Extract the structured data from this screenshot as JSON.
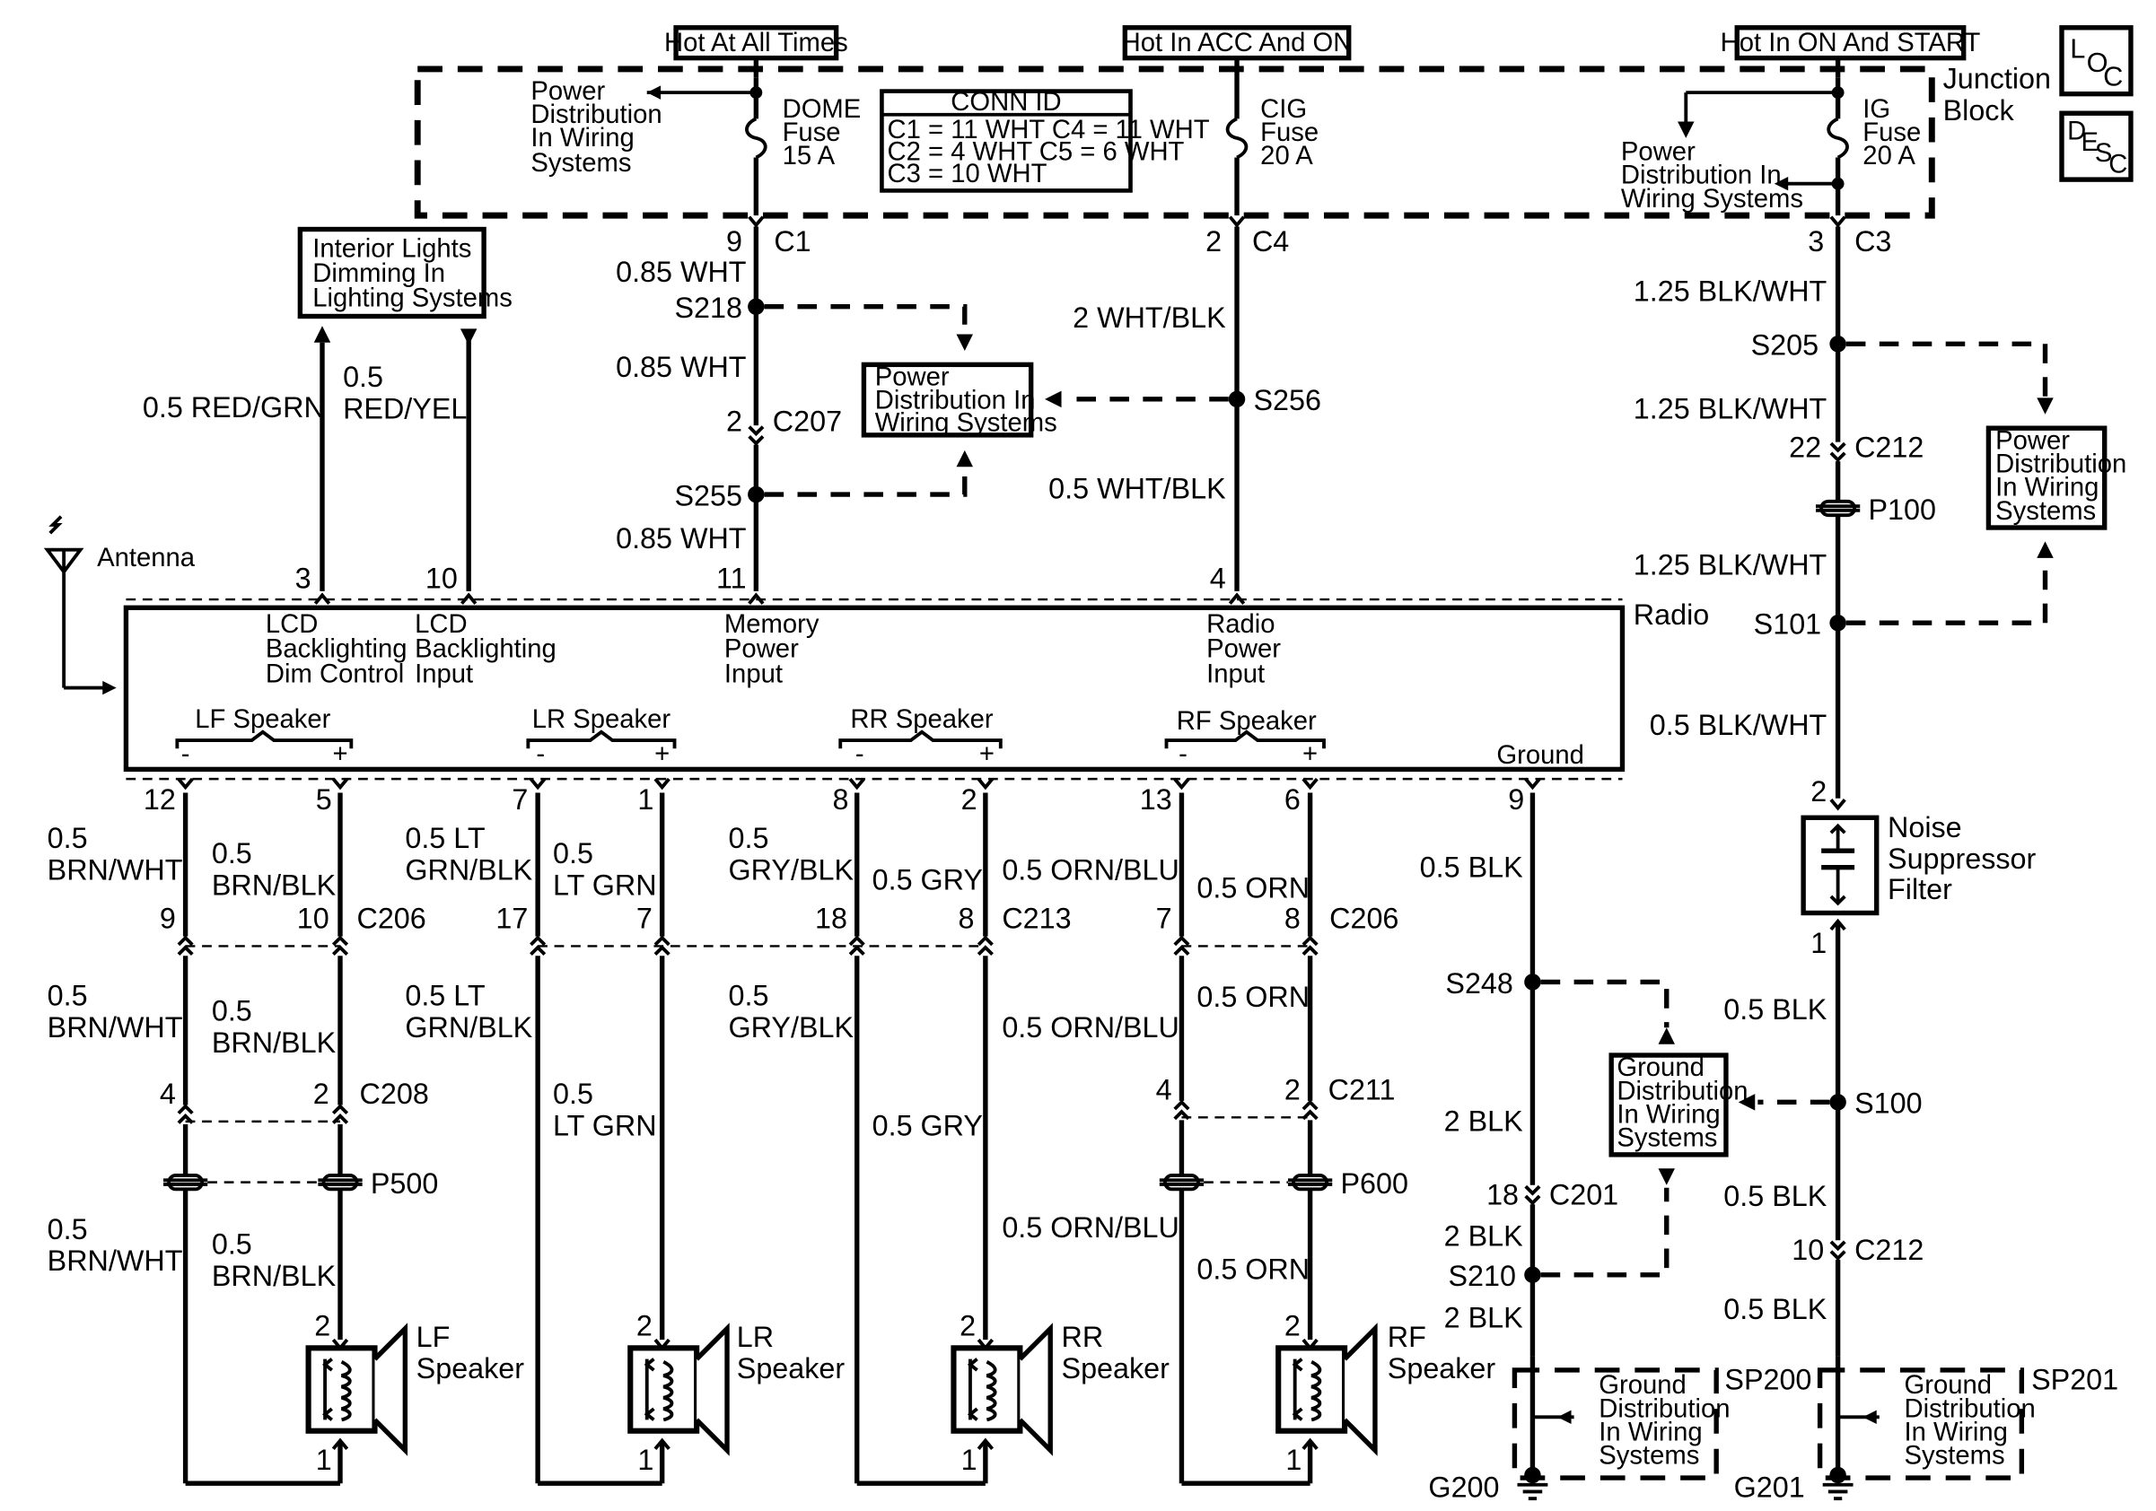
{
  "feeds": {
    "hot_at_all_times": "Hot At All Times",
    "hot_acc_on": "Hot In ACC And ON",
    "hot_on_start": "Hot In ON And START"
  },
  "legend": {
    "loc_l": "L",
    "loc_o": "O",
    "loc_c": "C",
    "desc_d": "D",
    "desc_e": "E",
    "desc_s": "S",
    "desc_c": "C"
  },
  "junction_block": {
    "label_1": "Junction",
    "label_2": "Block",
    "pd_left": [
      "Power",
      "Distribution",
      "In Wiring",
      "Systems"
    ],
    "pd_right": [
      "Power",
      "Distribution In",
      "Wiring Systems"
    ],
    "conn_id": {
      "title": "CONN ID",
      "rows": [
        "C1 = 11 WHT   C4 = 11 WHT",
        "C2 = 4 WHT   C5 = 6 WHT",
        "C3 = 10 WHT"
      ]
    },
    "fuses": [
      {
        "name": "DOME",
        "type": "Fuse",
        "rating": "15 A"
      },
      {
        "name": "CIG",
        "type": "Fuse",
        "rating": "20 A"
      },
      {
        "name": "IG",
        "type": "Fuse",
        "rating": "20 A"
      }
    ],
    "outputs": [
      {
        "pin": "9",
        "conn": "C1"
      },
      {
        "pin": "2",
        "conn": "C4"
      },
      {
        "pin": "3",
        "conn": "C3"
      }
    ]
  },
  "boxes": {
    "interior_lights": [
      "Interior Lights",
      "Dimming In",
      "Lighting Systems"
    ],
    "pd_mid": [
      "Power",
      "Distribution In",
      "Wiring Systems"
    ],
    "pd_right": [
      "Power",
      "Distribution",
      "In Wiring",
      "Systems"
    ],
    "gd_mid": [
      "Ground",
      "Distribution",
      "In Wiring",
      "Systems"
    ],
    "gd_sp200": [
      "Ground",
      "Distribution",
      "In Wiring",
      "Systems"
    ],
    "gd_sp201": [
      "Ground",
      "Distribution",
      "In Wiring",
      "Systems"
    ]
  },
  "antenna": "Antenna",
  "radio": {
    "label": "Radio",
    "inputs": [
      {
        "pin": "3",
        "lines": [
          "LCD",
          "Backlighting",
          "Dim Control"
        ]
      },
      {
        "pin": "10",
        "lines": [
          "LCD",
          "Backlighting",
          "Input"
        ]
      },
      {
        "pin": "11",
        "lines": [
          "Memory",
          "Power",
          "Input"
        ]
      },
      {
        "pin": "4",
        "lines": [
          "Radio",
          "Power",
          "Input"
        ]
      }
    ],
    "speaker_groups": [
      "LF Speaker",
      "LR Speaker",
      "RR Speaker",
      "RF Speaker"
    ],
    "minus": "-",
    "plus": "+",
    "ground": "Ground",
    "bottom_pins": [
      "12",
      "5",
      "7",
      "1",
      "8",
      "2",
      "13",
      "6",
      "9"
    ]
  },
  "upper_wires": {
    "red_grn": "0.5 RED/GRN",
    "red_yel": [
      "0.5",
      "RED/YEL"
    ],
    "wht_1": "0.85 WHT",
    "wht_2": "0.85 WHT",
    "wht_3": "0.85 WHT",
    "s218": "S218",
    "s255": "S255",
    "c207_pin": "2",
    "c207": "C207",
    "wht_blk_2": "2 WHT/BLK",
    "s256": "S256",
    "wht_blk_05": "0.5 WHT/BLK",
    "blk_wht_1": "1.25 BLK/WHT",
    "s205": "S205",
    "blk_wht_2": "1.25 BLK/WHT",
    "c212_pin": "22",
    "c212": "C212",
    "p100": "P100",
    "blk_wht_3": "1.25 BLK/WHT",
    "s101": "S101",
    "blk_wht_05": "0.5 BLK/WHT"
  },
  "noise_filter": {
    "pin_top": "2",
    "pin_bottom": "1",
    "lines": [
      "Noise",
      "Suppressor",
      "Filter"
    ]
  },
  "right_ground": {
    "blk_1": "0.5 BLK",
    "s100": "S100",
    "blk_2": "0.5 BLK",
    "c212_pin": "10",
    "c212": "C212",
    "blk_3": "0.5 BLK",
    "sp201": "SP201",
    "g201": "G201"
  },
  "radio_ground": {
    "blk_05": "0.5 BLK",
    "s248": "S248",
    "blk_2a": "2 BLK",
    "c201_pin": "18",
    "c201": "C201",
    "blk_2b": "2 BLK",
    "s210": "S210",
    "blk_2c": "2 BLK",
    "sp200": "SP200",
    "g200": "G200"
  },
  "lf": {
    "w1a": [
      "0.5",
      "BRN/WHT"
    ],
    "w1b": [
      "0.5",
      "BRN/BLK"
    ],
    "c206_pins": [
      "9",
      "10"
    ],
    "c206": "C206",
    "w2a": [
      "0.5",
      "BRN/WHT"
    ],
    "w2b": [
      "0.5",
      "BRN/BLK"
    ],
    "c208_pins": [
      "4",
      "2"
    ],
    "c208": "C208",
    "p500": "P500",
    "w3a": [
      "0.5",
      "BRN/WHT"
    ],
    "w3b": [
      "0.5",
      "BRN/BLK"
    ],
    "spk_pins": [
      "2",
      "1"
    ],
    "spk": [
      "LF",
      "Speaker"
    ]
  },
  "lr": {
    "w1a": [
      "0.5 LT",
      "GRN/BLK"
    ],
    "w1b": [
      "0.5",
      "LT GRN"
    ],
    "c213_pins": [
      "17",
      "7"
    ],
    "w2a": [
      "0.5 LT",
      "GRN/BLK"
    ],
    "w2b": [
      "0.5",
      "LT GRN"
    ],
    "spk_pins": [
      "2",
      "1"
    ],
    "spk": [
      "LR",
      "Speaker"
    ]
  },
  "rr": {
    "w1a": [
      "0.5",
      "GRY/BLK"
    ],
    "w1b": "0.5 GRY",
    "c213_pins": [
      "18",
      "8"
    ],
    "c213": "C213",
    "w2a": [
      "0.5",
      "GRY/BLK"
    ],
    "w2b": "0.5 GRY",
    "spk_pins": [
      "2",
      "1"
    ],
    "spk": [
      "RR",
      "Speaker"
    ]
  },
  "rf": {
    "w1a": "0.5 ORN/BLU",
    "w1b": "0.5 ORN",
    "c206_pins": [
      "7",
      "8"
    ],
    "c206": "C206",
    "w2a": "0.5 ORN/BLU",
    "w2b": "0.5 ORN",
    "c211_pins": [
      "4",
      "2"
    ],
    "c211": "C211",
    "p600": "P600",
    "w3a": "0.5 ORN/BLU",
    "w3b": "0.5 ORN",
    "spk_pins": [
      "2",
      "1"
    ],
    "spk": [
      "RF",
      "Speaker"
    ]
  }
}
